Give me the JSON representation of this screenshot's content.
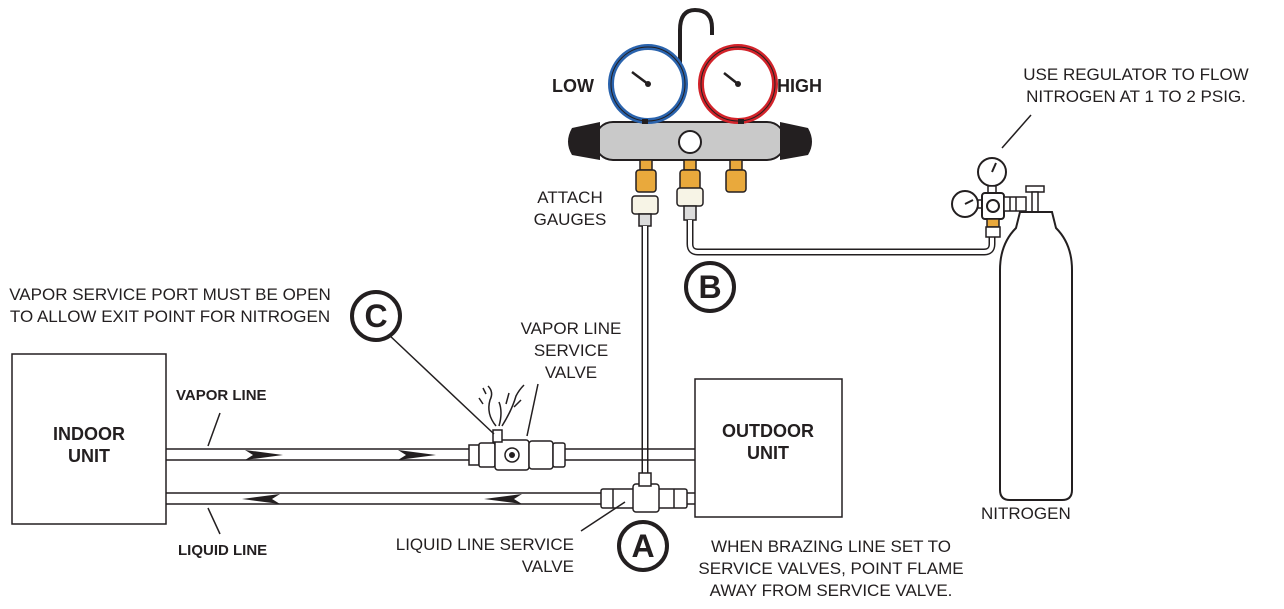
{
  "gauges": {
    "low_label": "LOW",
    "high_label": "HIGH"
  },
  "annotations": {
    "regulator_note": "USE REGULATOR TO FLOW\nNITROGEN AT 1 TO 2 PSIG.",
    "attach_gauges": "ATTACH\nGAUGES",
    "vapor_port_note": "VAPOR SERVICE PORT MUST BE OPEN\nTO ALLOW EXIT POINT FOR NITROGEN",
    "vapor_valve": "VAPOR LINE\nSERVICE\nVALVE",
    "liquid_valve": "LIQUID LINE SERVICE\nVALVE",
    "brazing_note": "WHEN BRAZING LINE SET TO\nSERVICE VALVES, POINT FLAME\nAWAY FROM SERVICE VALVE."
  },
  "units": {
    "indoor": "INDOOR\nUNIT",
    "outdoor": "OUTDOOR\nUNIT"
  },
  "lines": {
    "vapor": "VAPOR LINE",
    "liquid": "LIQUID LINE"
  },
  "cylinder": {
    "label": "NITROGEN"
  },
  "callouts": {
    "a": "A",
    "b": "B",
    "c": "C"
  },
  "colors": {
    "low_gauge": "#2a63ad",
    "high_gauge": "#d2232a",
    "brass": "#e9a93c",
    "manifold": "#c9c9c9"
  }
}
